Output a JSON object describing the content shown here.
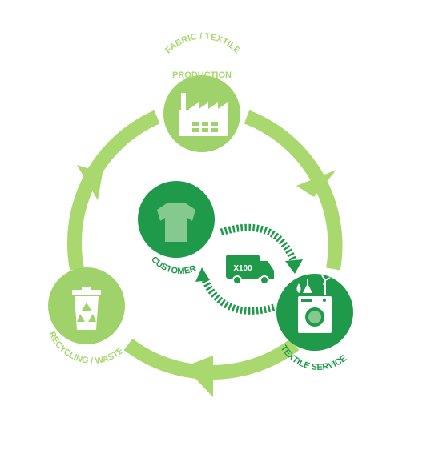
{
  "nodes": {
    "fabric": {
      "line1": "FABRIC / TEXTILE",
      "line2": "PRODUCTION"
    },
    "customer": {
      "label": "CUSTOMER"
    },
    "textile_service": {
      "label": "TEXTILE SERVICE"
    },
    "recycling": {
      "label": "RECYCLING / WASTE"
    },
    "truck": {
      "label": "X100"
    }
  },
  "colors": {
    "outer_cycle": "#a8d86e",
    "light_node": "#9fd26a",
    "dark_node": "#1f9a4b",
    "customer_shirt": "#86c98e",
    "label_light": "#a8d86e",
    "label_dark": "#1f9a4b"
  },
  "icons": {
    "fabric": "factory-icon",
    "customer": "t-shirt-icon",
    "textile_service": "washing-machine-icon",
    "recycling": "recycle-bin-icon",
    "truck": "delivery-truck-icon"
  }
}
